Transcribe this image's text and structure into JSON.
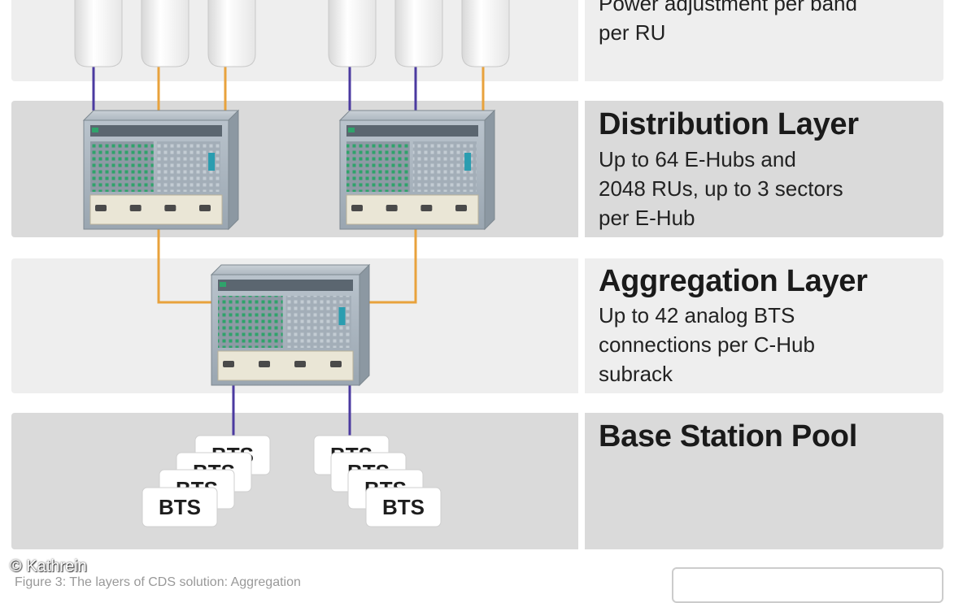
{
  "layers": [
    {
      "id": "access",
      "title": "",
      "description": "Power adjustment per band\nper RU"
    },
    {
      "id": "distribution",
      "title": "Distribution Layer",
      "description": "Up to 64 E-Hubs and\n2048 RUs, up to 3 sectors\nper E-Hub"
    },
    {
      "id": "aggregation",
      "title": "Aggregation Layer",
      "description": "Up to 42 analog BTS\nconnections per C-Hub\nsubrack"
    },
    {
      "id": "base-station-pool",
      "title": "Base Station Pool",
      "description": ""
    }
  ],
  "bts_label": "BTS",
  "copyright": "© Kathrein",
  "caption": "Figure 3: The layers of CDS solution: Aggregation",
  "colors": {
    "link_purple": "#4b3aa0",
    "link_orange": "#e8a23c",
    "band_light": "#eeeeee",
    "band_dark": "#dadada"
  }
}
